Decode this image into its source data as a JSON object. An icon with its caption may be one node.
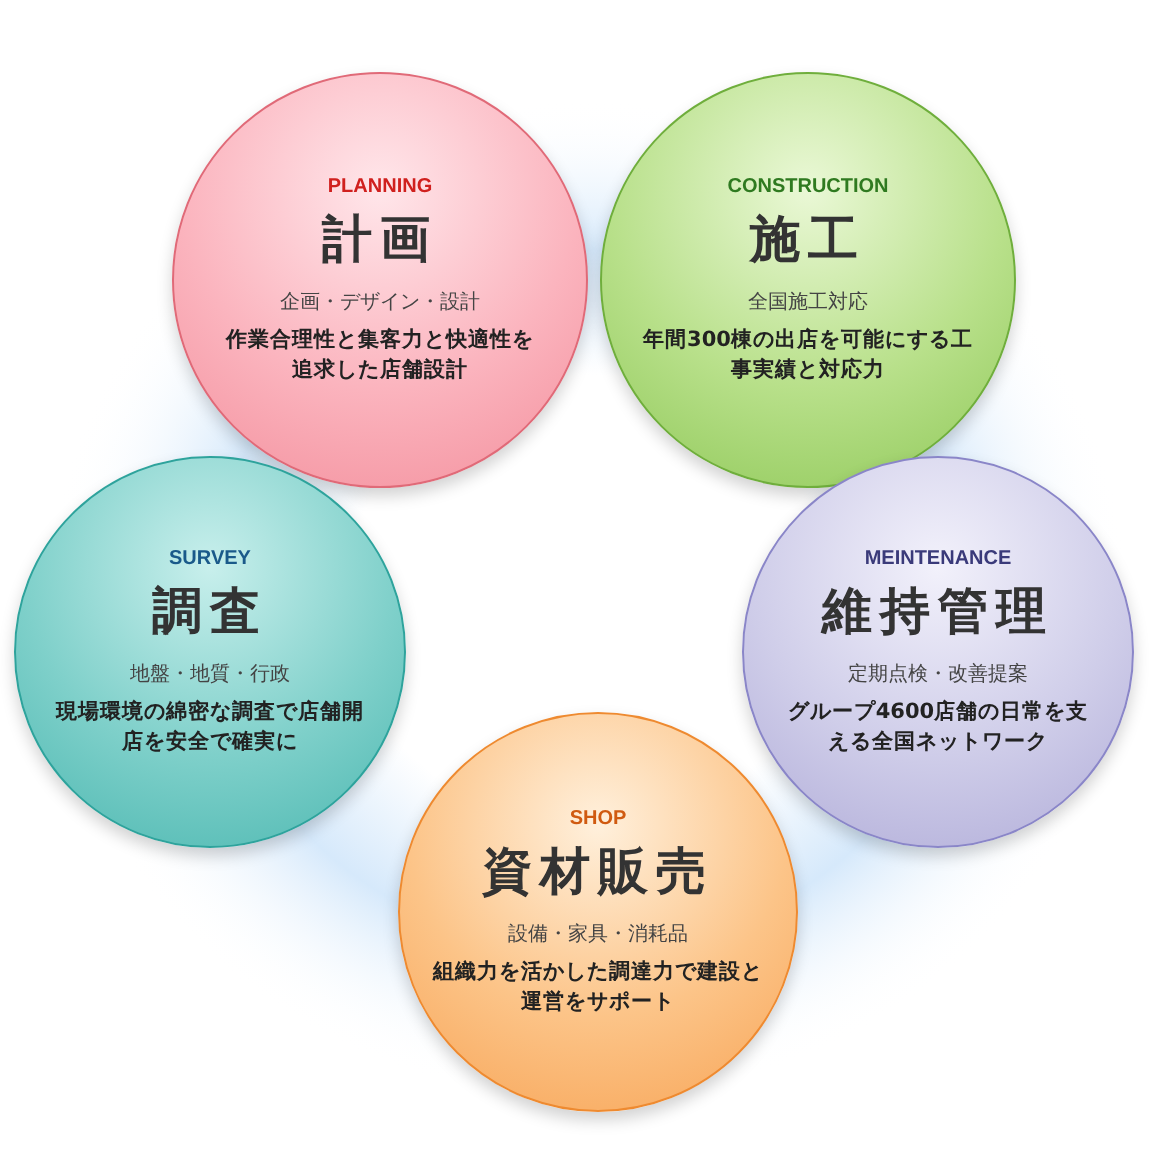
{
  "diagram": {
    "nodes": [
      {
        "text": [
          "PLANNING",
          "計画",
          "企画・デザイン・設計",
          "作業合理性と集客力と快適性を追求した店舗設計"
        ]
      },
      {
        "text": [
          "CONSTRUCTION",
          "施工",
          "全国施工対応",
          "年間300棟の出店を可能にする工事実績と対応力"
        ]
      },
      {
        "text": [
          "SURVEY",
          "調査",
          "地盤・地質・行政",
          "現場環境の綿密な調査で店舗開店を安全で確実に"
        ]
      },
      {
        "text": [
          "MEINTENANCE",
          "維持管理",
          "定期点検・改善提案",
          "グループ4600店舗の日常を支える全国ネットワーク"
        ]
      },
      {
        "text": [
          "SHOP",
          "資材販売",
          "設備・家具・消耗品",
          "組織力を活かした調達力で建設と運営をサポート"
        ]
      }
    ]
  }
}
